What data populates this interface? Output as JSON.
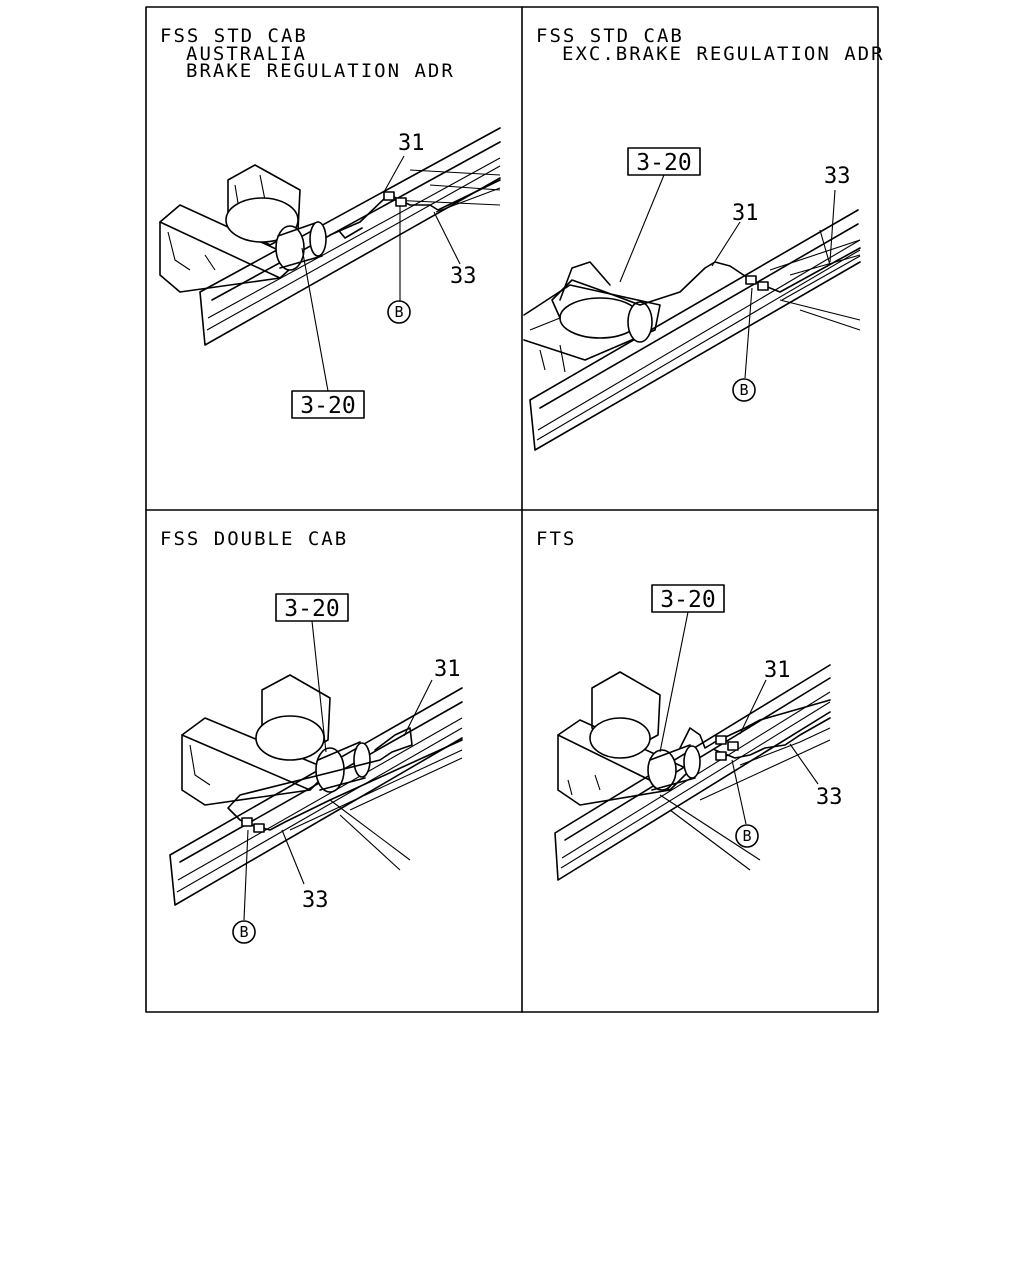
{
  "panels": [
    {
      "id": "fss-std-cab-australia",
      "heading": [
        "FSS STD CAB",
        "AUSTRALIA",
        "BRAKE REGULATION ADR"
      ],
      "callouts": {
        "box": "3-20",
        "a": "31",
        "b": "33",
        "circle": "B"
      }
    },
    {
      "id": "fss-std-cab-exc",
      "heading": [
        "FSS STD CAB",
        "EXC.BRAKE REGULATION ADR"
      ],
      "callouts": {
        "box": "3-20",
        "a": "31",
        "b": "33",
        "circle": "B"
      }
    },
    {
      "id": "fss-double-cab",
      "heading": [
        "FSS DOUBLE CAB"
      ],
      "callouts": {
        "box": "3-20",
        "a": "31",
        "b": "33",
        "circle": "B"
      }
    },
    {
      "id": "fts",
      "heading": [
        "FTS"
      ],
      "callouts": {
        "box": "3-20",
        "a": "31",
        "b": "33",
        "circle": "B"
      }
    }
  ]
}
